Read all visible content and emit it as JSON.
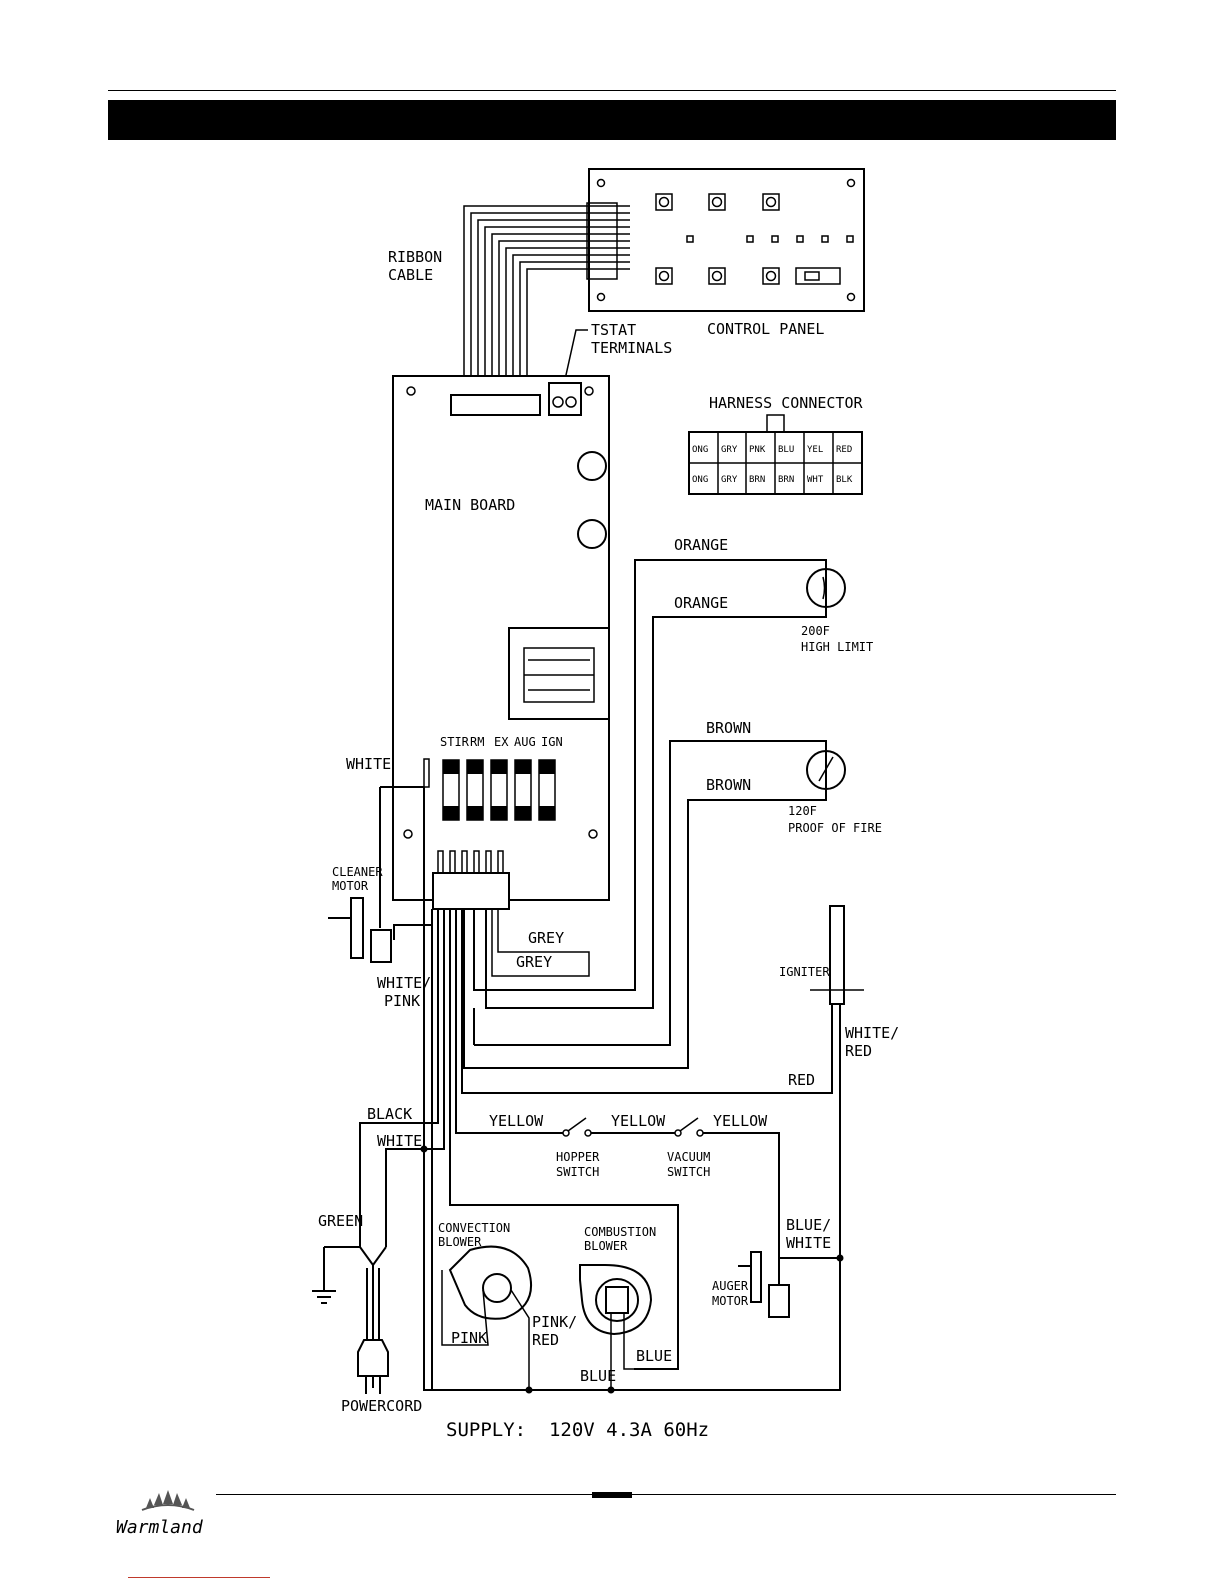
{
  "diagram": {
    "control_panel": {
      "label": "CONTROL PANEL"
    },
    "ribbon_cable": {
      "line1": "RIBBON",
      "line2": "CABLE"
    },
    "tstat": {
      "line1": "TSTAT",
      "line2": "TERMINALS"
    },
    "main_board": {
      "label": "MAIN BOARD"
    },
    "harness": {
      "title": "HARNESS CONNECTOR",
      "row1": [
        "ONG",
        "GRY",
        "PNK",
        "BLU",
        "YEL",
        "RED"
      ],
      "row2": [
        "ONG",
        "GRY",
        "BRN",
        "BRN",
        "WHT",
        "BLK"
      ]
    },
    "fuse_labels": [
      "STIR",
      "RM",
      "EX",
      "AUG",
      "IGN"
    ],
    "high_limit": {
      "temp": "200F",
      "name": "HIGH LIMIT"
    },
    "proof_of_fire": {
      "temp": "120F",
      "name": "PROOF OF FIRE"
    },
    "wires": {
      "orange_1": "ORANGE",
      "orange_2": "ORANGE",
      "brown_1": "BROWN",
      "brown_2": "BROWN",
      "white_top": "WHITE",
      "grey_1": "GREY",
      "grey_2": "GREY",
      "red": "RED",
      "white_red_1": "WHITE/",
      "white_red_2": "RED",
      "black": "BLACK",
      "white": "WHITE",
      "yellow_1": "YELLOW",
      "yellow_2": "YELLOW",
      "yellow_3": "YELLOW",
      "green": "GREEN",
      "white_pink_1": "WHITE/",
      "white_pink_2": "PINK",
      "blue_white_1": "BLUE/",
      "blue_white_2": "WHITE",
      "pink": "PINK",
      "pink_red_1": "PINK/",
      "pink_red_2": "RED",
      "blue_1": "BLUE",
      "blue_2": "BLUE"
    },
    "cleaner_motor": {
      "line1": "CLEANER",
      "line2": "MOTOR"
    },
    "igniter": {
      "label": "IGNITER"
    },
    "hopper_switch": {
      "line1": "HOPPER",
      "line2": "SWITCH"
    },
    "vacuum_switch": {
      "line1": "VACUUM",
      "line2": "SWITCH"
    },
    "convection_blower": {
      "line1": "CONVECTION",
      "line2": "BLOWER"
    },
    "combustion_blower": {
      "line1": "COMBUSTION",
      "line2": "BLOWER"
    },
    "auger_motor": {
      "line1": "AUGER",
      "line2": "MOTOR"
    },
    "powercord": {
      "label": "POWERCORD"
    },
    "supply": {
      "text": "SUPPLY:  120V 4.3A 60Hz"
    }
  },
  "footer": {
    "brand": "Warmland"
  }
}
